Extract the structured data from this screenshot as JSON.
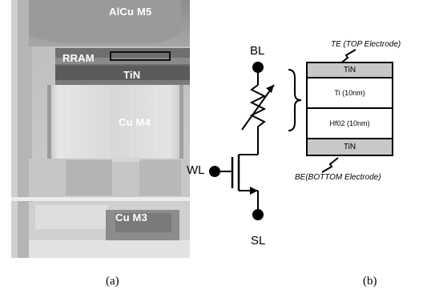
{
  "tem": {
    "labels": {
      "m5": "AlCu M5",
      "rram": "RRAM",
      "tin": "TiN",
      "m4": "Cu M4",
      "m3": "Cu M3"
    }
  },
  "circuit": {
    "bl": "BL",
    "wl": "WL",
    "sl": "SL"
  },
  "stack": {
    "top_electrode": "TE (TOP Electrode)",
    "bottom_electrode": "BE(BOTTOM Electrode)",
    "layers": [
      "TiN",
      "Ti (10nm)",
      "Hf02 (10nm)",
      "TiN"
    ]
  },
  "captions": {
    "a": "(a)",
    "b": "(b)"
  }
}
